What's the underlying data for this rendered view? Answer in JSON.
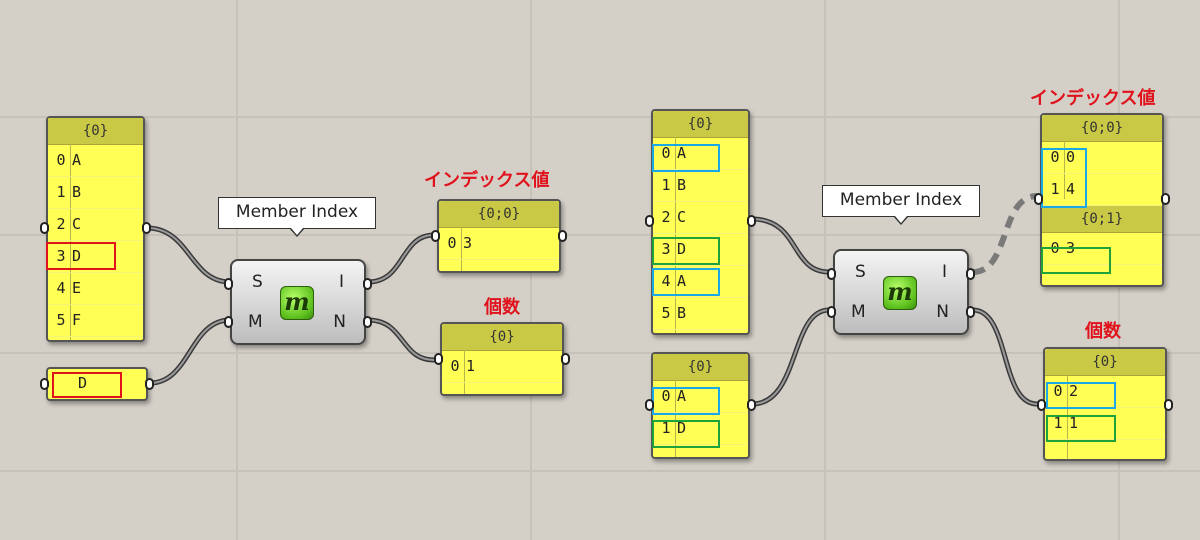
{
  "left": {
    "list_panel": {
      "header": "{0}",
      "rows": [
        {
          "index": "0",
          "value": "A"
        },
        {
          "index": "1",
          "value": "B"
        },
        {
          "index": "2",
          "value": "C"
        },
        {
          "index": "3",
          "value": "D"
        },
        {
          "index": "4",
          "value": "E"
        },
        {
          "index": "5",
          "value": "F"
        }
      ]
    },
    "member_panel": {
      "value": "D"
    },
    "component": {
      "tooltip": "Member Index",
      "input_s": "S",
      "input_m": "M",
      "output_i": "I",
      "output_n": "N",
      "icon_letter": "m"
    },
    "index_panel": {
      "annotation": "インデックス値",
      "header": "{0;0}",
      "rows": [
        {
          "index": "0",
          "value": "3"
        }
      ]
    },
    "count_panel": {
      "annotation": "個数",
      "header": "{0}",
      "rows": [
        {
          "index": "0",
          "value": "1"
        }
      ]
    }
  },
  "right": {
    "list_panel": {
      "header": "{0}",
      "rows": [
        {
          "index": "0",
          "value": "A"
        },
        {
          "index": "1",
          "value": "B"
        },
        {
          "index": "2",
          "value": "C"
        },
        {
          "index": "3",
          "value": "D"
        },
        {
          "index": "4",
          "value": "A"
        },
        {
          "index": "5",
          "value": "B"
        }
      ]
    },
    "member_panel": {
      "header": "{0}",
      "rows": [
        {
          "index": "0",
          "value": "A"
        },
        {
          "index": "1",
          "value": "D"
        }
      ]
    },
    "component": {
      "tooltip": "Member Index",
      "input_s": "S",
      "input_m": "M",
      "output_i": "I",
      "output_n": "N",
      "icon_letter": "m"
    },
    "index_panel": {
      "annotation": "インデックス値",
      "header1": "{0;0}",
      "rows1": [
        {
          "index": "0",
          "value": "0"
        },
        {
          "index": "1",
          "value": "4"
        }
      ],
      "header2": "{0;1}",
      "rows2": [
        {
          "index": "0",
          "value": "3"
        }
      ]
    },
    "count_panel": {
      "annotation": "個数",
      "header": "{0}",
      "rows": [
        {
          "index": "0",
          "value": "2"
        },
        {
          "index": "1",
          "value": "1"
        }
      ]
    }
  },
  "colors": {
    "highlight_red": "#e0121c",
    "highlight_blue": "#1aa8e6",
    "highlight_green": "#1fa23a",
    "panel_yellow": "#ffff55"
  }
}
